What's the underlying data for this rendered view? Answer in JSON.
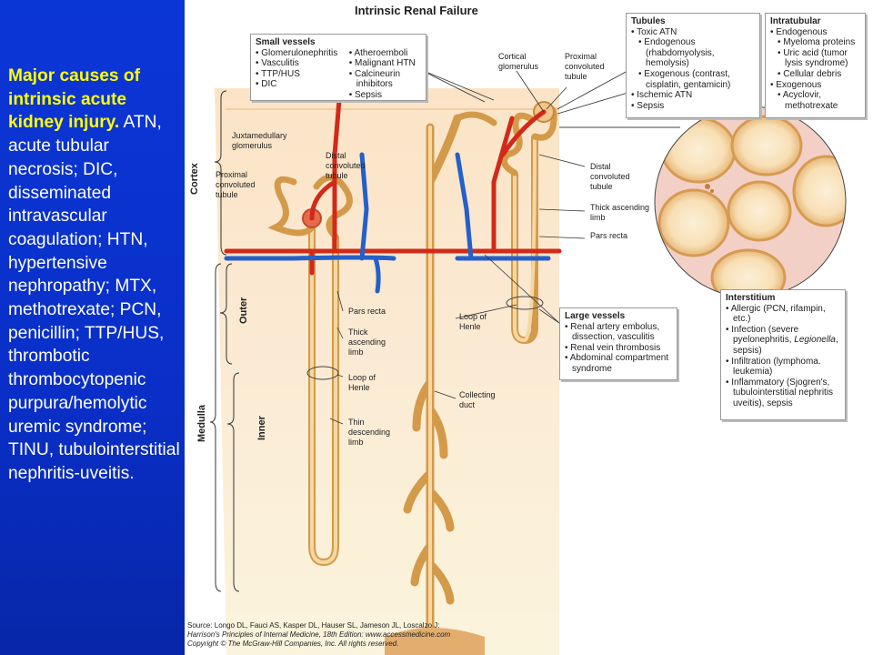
{
  "caption": {
    "lead": "Major causes of intrinsic acute kidney injury.",
    "body": " ATN, acute tubular necrosis; DIC, disseminated intravascular coagulation; HTN, hypertensive nephropathy; MTX, methotrexate; PCN, penicillin; TTP/HUS, thrombotic thrombocytopenic purpura/hemolytic uremic syndrome; TINU, tubulointerstitial nephritis-uveitis."
  },
  "figure": {
    "title": "Intrinsic Renal Failure",
    "regions": {
      "cortex": "Cortex",
      "outer": "Outer",
      "inner": "Inner",
      "medulla": "Medulla"
    },
    "labels": {
      "cortical_glomerulus": [
        "Cortical",
        "glomerulus"
      ],
      "proximal_top": [
        "Proximal",
        "convoluted",
        "tubule"
      ],
      "juxtamedullary": [
        "Juxtamedullary",
        "glomerulus"
      ],
      "distal_left": [
        "Distal",
        "convoluted",
        "tubule"
      ],
      "proximal_left": [
        "Proximal",
        "convoluted",
        "tubule"
      ],
      "distal_right": [
        "Distal",
        "convoluted",
        "tubule"
      ],
      "thick_right": [
        "Thick ascending",
        "limb"
      ],
      "pars_recta_right": "Pars recta",
      "pars_recta_left": "Pars recta",
      "thick_left": [
        "Thick",
        "ascending",
        "limb"
      ],
      "loop_left": [
        "Loop of",
        "Henle"
      ],
      "thin_descending": [
        "Thin",
        "descending",
        "limb"
      ],
      "loop_center": [
        "Loop of",
        "Henle"
      ],
      "collecting_duct": [
        "Collecting",
        "duct"
      ]
    },
    "small_vessels": {
      "title": "Small vessels",
      "col1": [
        "Glomerulonephritis",
        "Vasculitis",
        "TTP/HUS",
        "DIC"
      ],
      "col2": [
        "Atheroemboli",
        "Malignant HTN",
        "Calcineurin inhibitors",
        "Sepsis"
      ]
    },
    "tubules": {
      "title": "Tubules",
      "items": [
        {
          "text": "Toxic ATN",
          "level": 1
        },
        {
          "text": "Endogenous (rhabdomyolysis, hemolysis)",
          "level": 2
        },
        {
          "text": "Exogenous (contrast, cisplatin, gentamicin)",
          "level": 2
        },
        {
          "text": "Ischemic ATN",
          "level": 1
        },
        {
          "text": "Sepsis",
          "level": 1
        }
      ]
    },
    "intratubular": {
      "title": "Intratubular",
      "items": [
        {
          "text": "Endogenous",
          "level": 1
        },
        {
          "text": "Myeloma proteins",
          "level": 2
        },
        {
          "text": "Uric acid (tumor lysis syndrome)",
          "level": 2
        },
        {
          "text": "Cellular debris",
          "level": 2
        },
        {
          "text": "Exogenous",
          "level": 1
        },
        {
          "text": "Acyclovir, methotrexate",
          "level": 2
        }
      ]
    },
    "large_vessels": {
      "title": "Large vessels",
      "items": [
        "Renal artery embolus, dissection, vasculitis",
        "Renal vein thrombosis",
        "Abdominal compartment syndrome"
      ]
    },
    "interstitium": {
      "title": "Interstitium",
      "allergic": "Allergic (PCN, rifampin, etc.)",
      "infection_pre": "Infection (severe pyelonephritis, ",
      "infection_ital": "Legionella",
      "infection_post": ", sepsis)",
      "infiltration": "Infiltration (lymphoma. leukemia)",
      "inflammatory": "Inflammatory (Sjogren's, tubulointerstitial nephritis uveitis), sepsis"
    },
    "citation": {
      "line1": "Source: Longo DL, Fauci AS, Kasper DL, Hauser SL, Jameson JL, Loscalzo J:",
      "line2": "Harrison's Principles of Internal Medicine, 18th Edition: www.accessmedicine.com",
      "line3": "Copyright © The McGraw-Hill Companies, Inc. All rights reserved."
    }
  }
}
